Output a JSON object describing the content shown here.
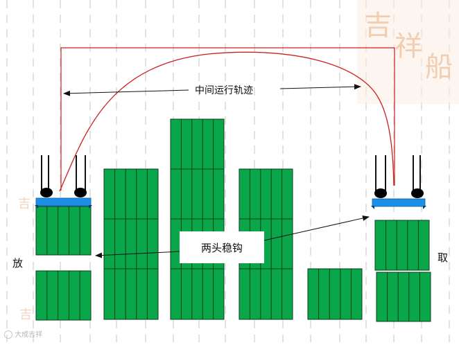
{
  "labels": {
    "trajectory": "中间运行轨迹",
    "stable_hooks": "两头稳钩",
    "place": "放",
    "take": "取"
  },
  "watermark": {
    "logo_text": "吉祥船",
    "bottom_text": "大成吉祥"
  },
  "colors": {
    "container_fill": "#0aa64a",
    "container_line": "#0a3d1c",
    "spreader": "#1c8fe6",
    "trajectory": "#cc1f1f",
    "arrow": "#111111",
    "grid": "#d2d2d2",
    "watermark": "#f2c9a8"
  }
}
